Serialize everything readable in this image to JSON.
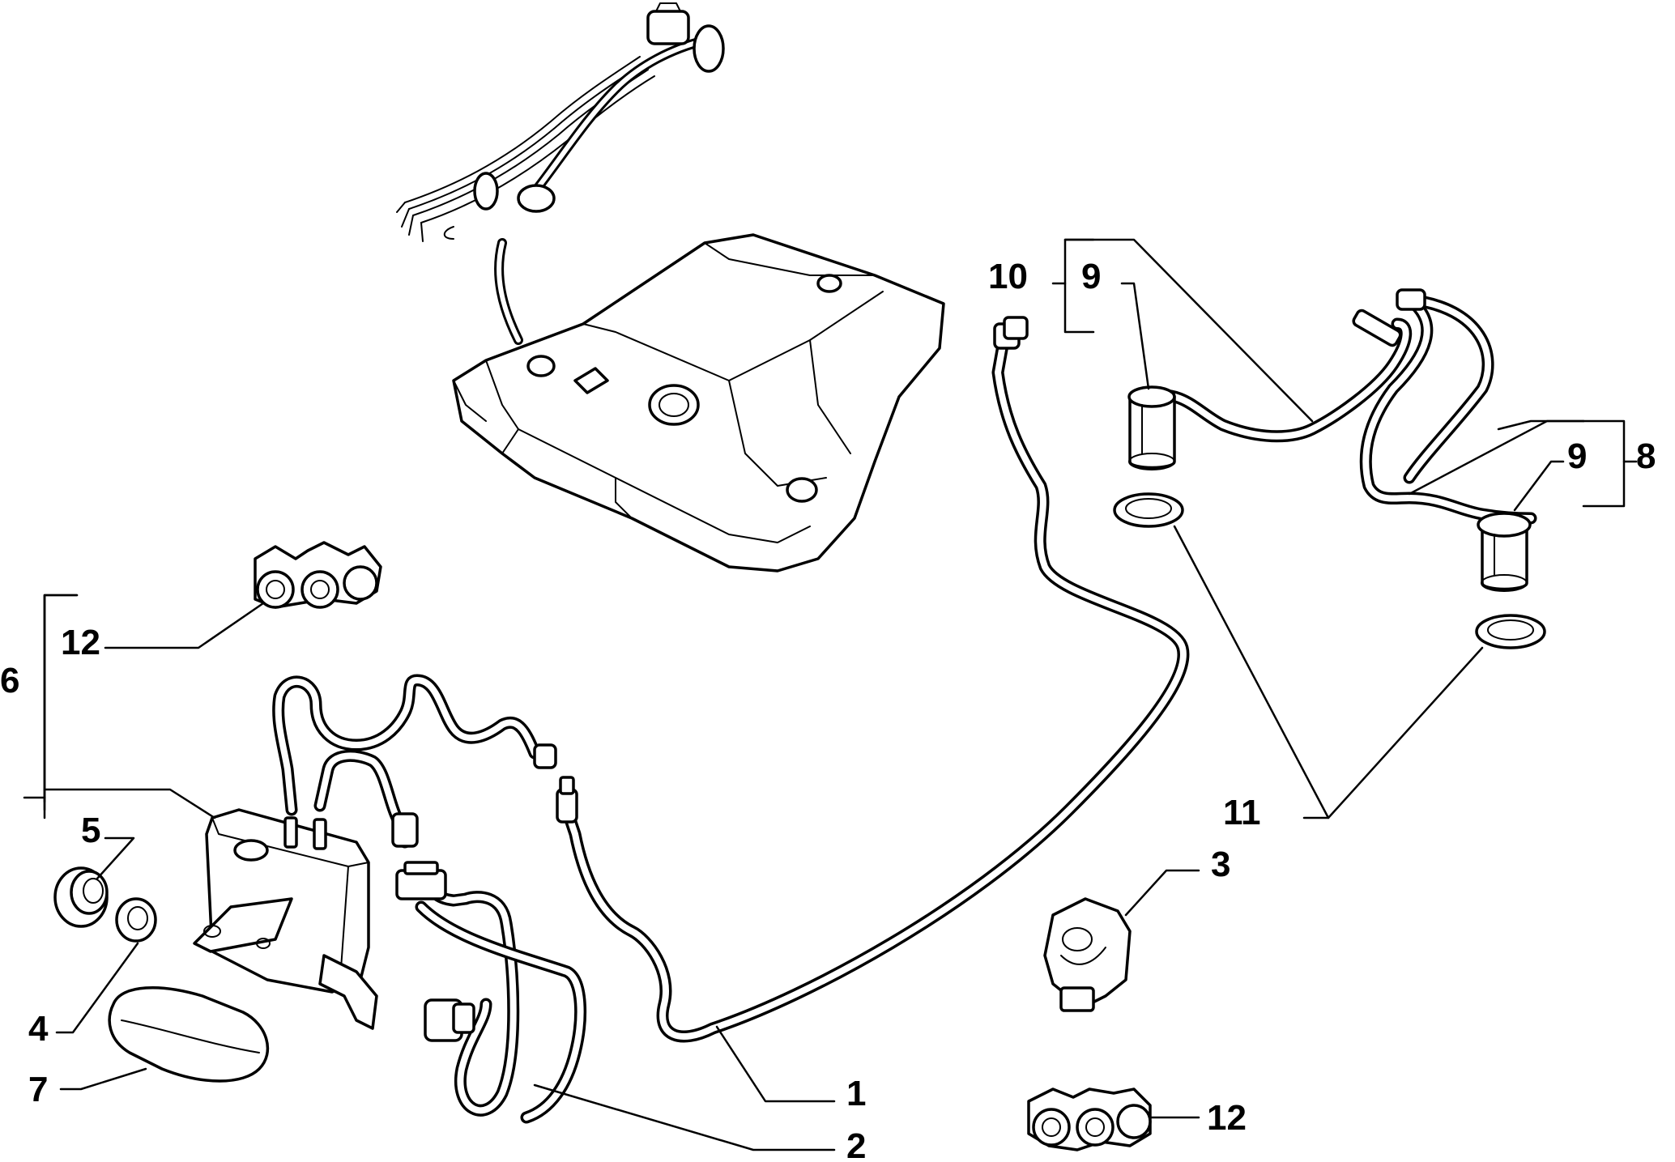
{
  "callouts": {
    "c1": "1",
    "c2": "2",
    "c3": "3",
    "c4": "4",
    "c5": "5",
    "c6": "6",
    "c7": "7",
    "c8": "8",
    "c9a": "9",
    "c9b": "9",
    "c10": "10",
    "c11": "11",
    "c12a": "12",
    "c12b": "12"
  }
}
